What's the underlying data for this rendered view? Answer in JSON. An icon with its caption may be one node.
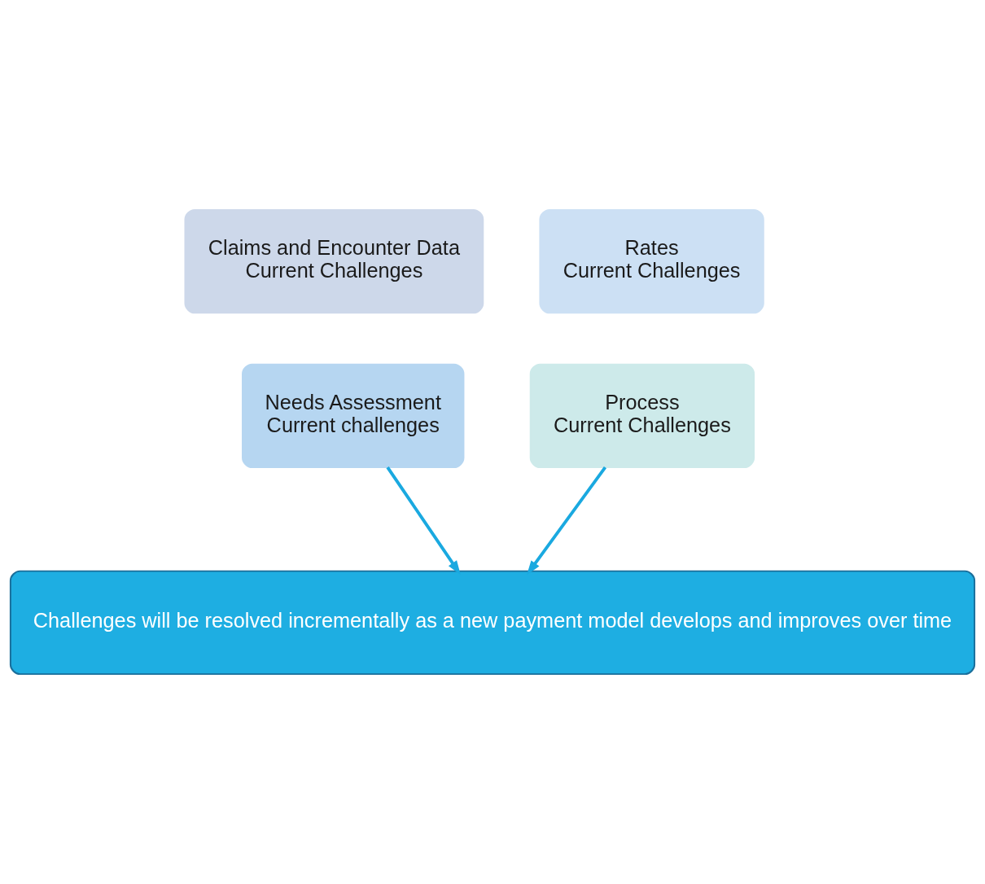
{
  "diagram": {
    "nodes": [
      {
        "text": [
          "Claims and Encounter Data",
          "Current Challenges"
        ]
      },
      {
        "text": [
          "Rates",
          "Current Challenges"
        ]
      },
      {
        "text": [
          "Needs Assessment",
          "Current challenges"
        ]
      },
      {
        "text": [
          "Process",
          "Current Challenges"
        ]
      },
      {
        "text": [
          "Challenges will be resolved incrementally as a new payment model develops and improves over time"
        ]
      }
    ],
    "edges": [
      {
        "from": 2,
        "to": 4,
        "arrow": "to",
        "color": "#1aa9e0"
      },
      {
        "from": 3,
        "to": 4,
        "arrow": "to",
        "color": "#1aa9e0"
      }
    ]
  }
}
